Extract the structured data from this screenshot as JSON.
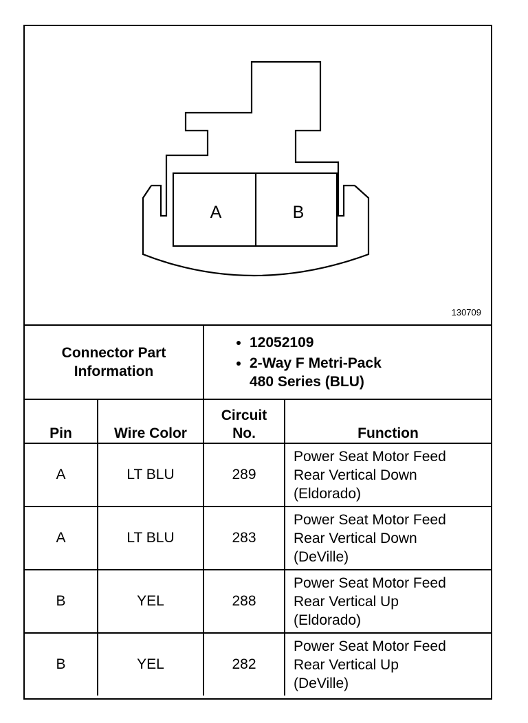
{
  "diagram": {
    "cavity_labels": [
      "A",
      "B"
    ],
    "figure_id": "130709"
  },
  "connector": {
    "label_lines": [
      "Connector Part",
      "Information"
    ],
    "bullets": [
      {
        "lines": [
          "12052109"
        ]
      },
      {
        "lines": [
          "2-Way F Metri-Pack",
          "480 Series (BLU)"
        ]
      }
    ]
  },
  "table": {
    "headers": {
      "pin": "Pin",
      "wire_color": "Wire Color",
      "circuit_lines": [
        "Circuit",
        "No."
      ],
      "function": "Function"
    },
    "rows": [
      {
        "pin": "A",
        "wire_color": "LT BLU",
        "circuit": "289",
        "function_lines": [
          "Power Seat Motor Feed",
          "Rear Vertical Down",
          "(Eldorado)"
        ]
      },
      {
        "pin": "A",
        "wire_color": "LT BLU",
        "circuit": "283",
        "function_lines": [
          "Power Seat Motor Feed",
          "Rear Vertical Down",
          "(DeVille)"
        ]
      },
      {
        "pin": "B",
        "wire_color": "YEL",
        "circuit": "288",
        "function_lines": [
          "Power Seat Motor Feed",
          "Rear Vertical Up",
          "(Eldorado)"
        ]
      },
      {
        "pin": "B",
        "wire_color": "YEL",
        "circuit": "282",
        "function_lines": [
          "Power Seat Motor Feed",
          "Rear Vertical Up",
          "(DeVille)"
        ]
      }
    ]
  }
}
